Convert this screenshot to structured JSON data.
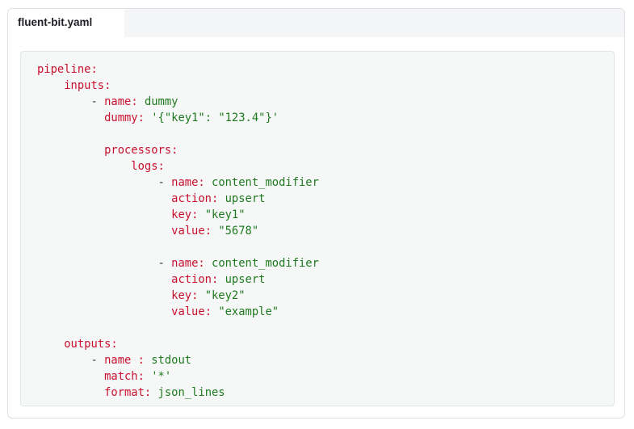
{
  "tab": {
    "label": "fluent-bit.yaml"
  },
  "colors": {
    "key": "#c8102e",
    "value": "#1f7a1f",
    "text": "#333333"
  },
  "code_lines": [
    {
      "indent": 0,
      "prefix": "",
      "key": "pipeline",
      "sep": ":",
      "value": ""
    },
    {
      "indent": 4,
      "prefix": "",
      "key": "inputs",
      "sep": ":",
      "value": ""
    },
    {
      "indent": 8,
      "prefix": "- ",
      "key": "name",
      "sep": ": ",
      "value": "dummy"
    },
    {
      "indent": 10,
      "prefix": "",
      "key": "dummy",
      "sep": ": ",
      "value": "'{\"key1\": \"123.4\"}'"
    },
    {
      "indent": 0,
      "prefix": "",
      "key": "",
      "sep": "",
      "value": ""
    },
    {
      "indent": 10,
      "prefix": "",
      "key": "processors",
      "sep": ":",
      "value": ""
    },
    {
      "indent": 14,
      "prefix": "",
      "key": "logs",
      "sep": ":",
      "value": ""
    },
    {
      "indent": 18,
      "prefix": "- ",
      "key": "name",
      "sep": ": ",
      "value": "content_modifier"
    },
    {
      "indent": 20,
      "prefix": "",
      "key": "action",
      "sep": ": ",
      "value": "upsert"
    },
    {
      "indent": 20,
      "prefix": "",
      "key": "key",
      "sep": ": ",
      "value": "\"key1\""
    },
    {
      "indent": 20,
      "prefix": "",
      "key": "value",
      "sep": ": ",
      "value": "\"5678\""
    },
    {
      "indent": 0,
      "prefix": "",
      "key": "",
      "sep": "",
      "value": ""
    },
    {
      "indent": 18,
      "prefix": "- ",
      "key": "name",
      "sep": ": ",
      "value": "content_modifier"
    },
    {
      "indent": 20,
      "prefix": "",
      "key": "action",
      "sep": ": ",
      "value": "upsert"
    },
    {
      "indent": 20,
      "prefix": "",
      "key": "key",
      "sep": ": ",
      "value": "\"key2\""
    },
    {
      "indent": 20,
      "prefix": "",
      "key": "value",
      "sep": ": ",
      "value": "\"example\""
    },
    {
      "indent": 0,
      "prefix": "",
      "key": "",
      "sep": "",
      "value": ""
    },
    {
      "indent": 4,
      "prefix": "",
      "key": "outputs",
      "sep": ":",
      "value": ""
    },
    {
      "indent": 8,
      "prefix": "- ",
      "key": "name",
      "sep": " : ",
      "value": "stdout"
    },
    {
      "indent": 10,
      "prefix": "",
      "key": "match",
      "sep": ": ",
      "value": "'*'"
    },
    {
      "indent": 10,
      "prefix": "",
      "key": "format",
      "sep": ": ",
      "value": "json_lines"
    }
  ]
}
